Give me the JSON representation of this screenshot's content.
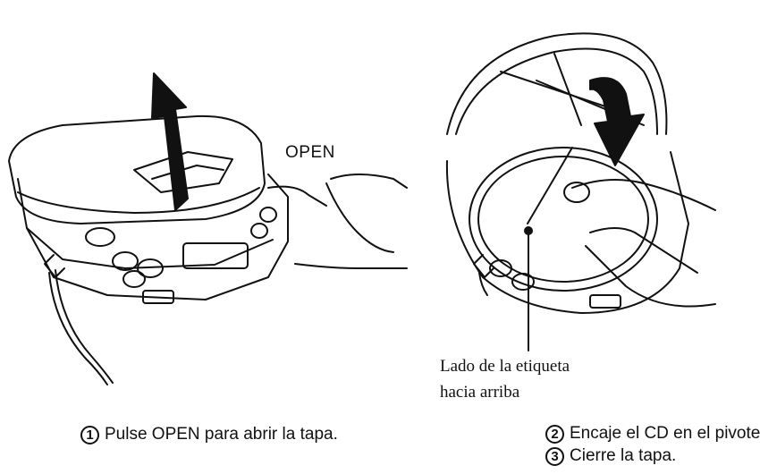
{
  "left_illustration": {
    "open_label": "OPEN"
  },
  "right_illustration": {
    "callout": {
      "line1": "Lado de la etiqueta",
      "line2": "hacia arriba"
    }
  },
  "steps": [
    {
      "number": "1",
      "text": "Pulse OPEN para abrir la tapa."
    },
    {
      "number": "2",
      "text": "Encaje el CD en el pivote."
    },
    {
      "number": "3",
      "text": "Cierre la tapa."
    }
  ]
}
